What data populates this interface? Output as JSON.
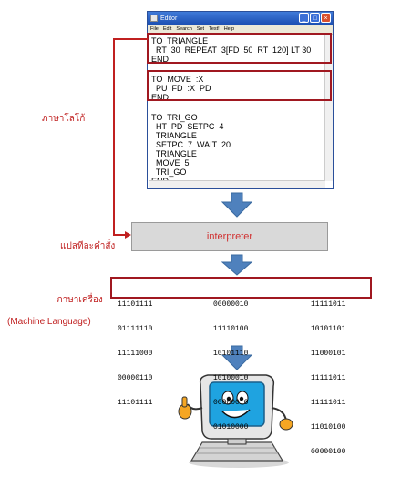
{
  "editor": {
    "title": "Editor",
    "menu": [
      "File",
      "Edit",
      "Search",
      "Set",
      "Test!",
      "Help"
    ],
    "procedures": [
      [
        "TO  TRIANGLE",
        "  RT  30  REPEAT  3[FD  50  RT  120] LT 30",
        "END"
      ],
      [
        "TO  MOVE  :X",
        "  PU  FD  :X  PD",
        "END"
      ],
      [
        "TO  TRI_GO",
        "  HT  PD  SETPC  4",
        "  TRIANGLE",
        "  SETPC  7  WAIT  20",
        "  TRIANGLE",
        "  MOVE  5",
        "  TRI_GO",
        "END"
      ]
    ]
  },
  "labels": {
    "logo_language": "ภาษาโลโก้",
    "translate_each_command": "แปลทีละคำสั่ง",
    "machine_language_thai": "ภาษาเครื่อง",
    "machine_language_en": "(Machine Language)"
  },
  "interpreter": {
    "label": "interpreter"
  },
  "machine_code": {
    "col1": [
      "11101111",
      "01111110",
      "11111000",
      "00000110",
      "11101111"
    ],
    "col2": [
      "00000010",
      "11110100",
      "10101110",
      "10100010",
      "00000010",
      "01010000"
    ],
    "col3": [
      "11111011",
      "10101101",
      "11000101",
      "11111011",
      "11111011",
      "11010100",
      "00000100"
    ]
  },
  "colors": {
    "accent_red": "#c02020",
    "box_red": "#a01820",
    "arrow_blue": "#4f81bd"
  }
}
